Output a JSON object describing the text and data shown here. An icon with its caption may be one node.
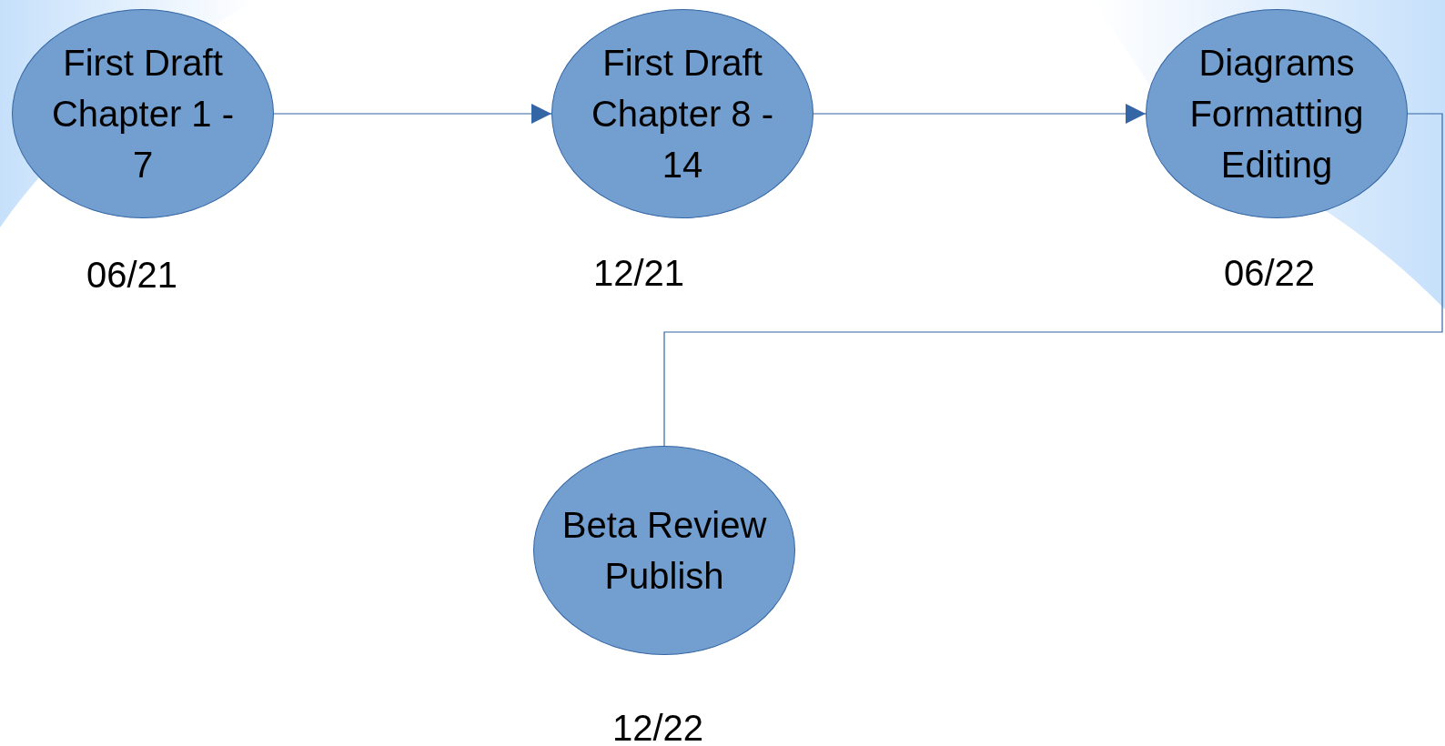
{
  "diagram": {
    "nodes": [
      {
        "text": [
          "First Draft Chapter 1 - 7"
        ],
        "beside": [
          "06/21"
        ]
      },
      {
        "text": [
          "First Draft Chapter 8 - 14"
        ],
        "beside": [
          "12/21"
        ]
      },
      {
        "text": [
          "Diagrams Formatting Editing"
        ],
        "beside": [
          "06/22"
        ]
      },
      {
        "text": [
          "Beta Review Publish"
        ],
        "beside": [
          "12/22"
        ]
      }
    ],
    "edges": [
      {
        "from": 0,
        "to": 1,
        "arrow": "to"
      },
      {
        "from": 1,
        "to": 2,
        "arrow": "to"
      },
      {
        "from": 2,
        "to": 3,
        "arrow": "none"
      }
    ]
  }
}
